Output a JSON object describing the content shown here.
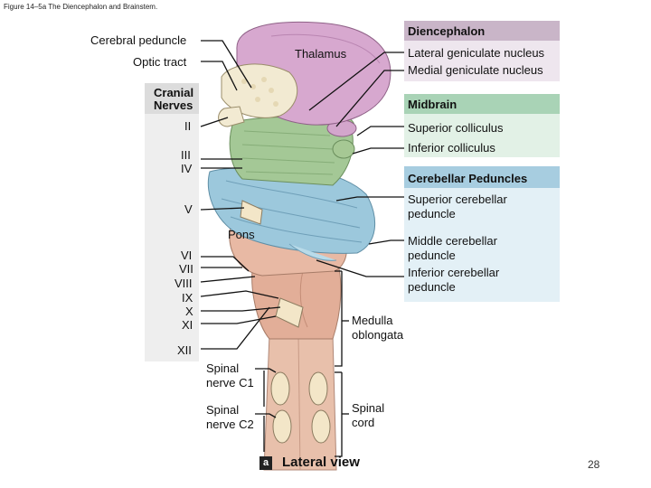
{
  "figure_caption": "Figure 14–5a The Diencephalon and Brainstem.",
  "left_labels": {
    "cerebral_peduncle": "Cerebral peduncle",
    "optic_tract": "Optic tract",
    "thalamus": "Thalamus",
    "pons": "Pons",
    "cranial_nerves_header": [
      "Cranial",
      "Nerves"
    ],
    "nerve_ii": "II",
    "nerve_iii": "III",
    "nerve_iv": "IV",
    "nerve_v": "V",
    "nerve_vi": "VI",
    "nerve_vii": "VII",
    "nerve_viii": "VIII",
    "nerve_ix": "IX",
    "nerve_x": "X",
    "nerve_xi": "XI",
    "nerve_xii": "XII",
    "spinal_nerve_c1": "Spinal nerve C1",
    "spinal_nerve_c2": "Spinal nerve C2"
  },
  "right_panels": {
    "diencephalon": {
      "header": "Diencephalon",
      "items": [
        "Lateral geniculate nucleus",
        "Medial geniculate nucleus"
      ],
      "header_color": "#c9b5c8",
      "body_color": "#eee6ee"
    },
    "midbrain": {
      "header": "Midbrain",
      "items": [
        "Superior colliculus",
        "Inferior colliculus"
      ],
      "header_color": "#a9d3b6",
      "body_color": "#e2f1e6"
    },
    "cerebellar_peduncles": {
      "header": "Cerebellar Peduncles",
      "items": [
        "Superior cerebellar peduncle",
        "Middle cerebellar peduncle",
        "Inferior cerebellar peduncle"
      ],
      "header_color": "#a7cde0",
      "body_color": "#e3f0f6"
    }
  },
  "bottom_labels": {
    "medulla": "Medulla oblongata",
    "spinal_cord": "Spinal cord"
  },
  "view": {
    "badge": "a",
    "label": "Lateral view"
  },
  "page_number": "28",
  "colors": {
    "thalamus": "#d7a8cf",
    "midbrain": "#9fc392",
    "cerebellum": "#9cc8dc",
    "brainstem": "#e6b6a2",
    "nerve": "#f3e6c8"
  }
}
